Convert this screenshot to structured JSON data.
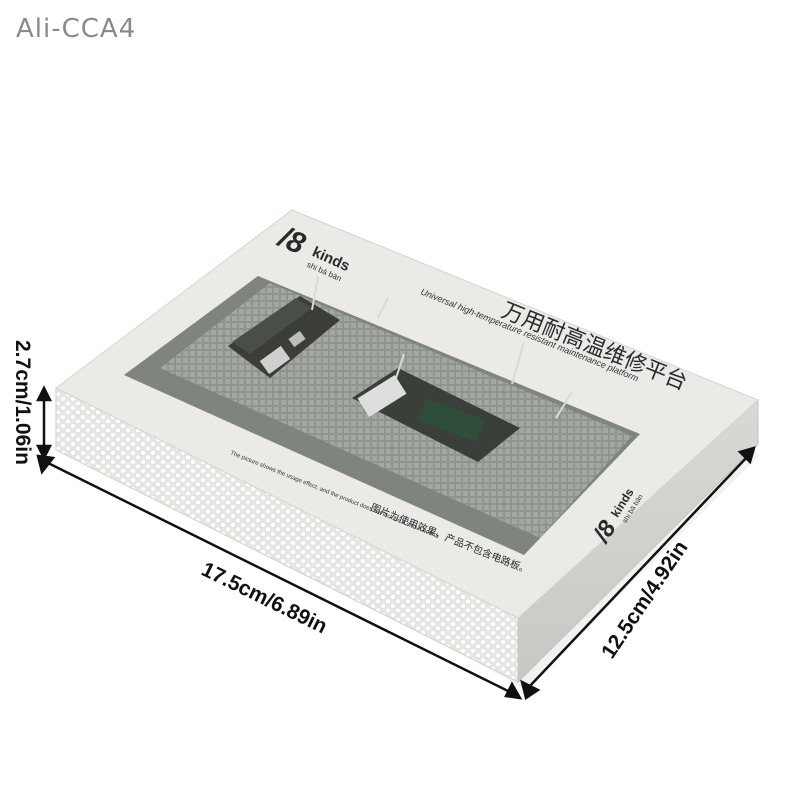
{
  "watermark": "Ali-CCA4",
  "box": {
    "brand_name": "kinds",
    "brand_sub": "shi bā bān",
    "title_cn": "万用耐高温维修平台",
    "title_en": "Universal high-temperature resistant maintenance platform",
    "note_en": "The picture shows the usage effect, and the product does not include a circuit board.",
    "note_cn": "图片为使用效果，产品不包含电路板。",
    "side_brand": "kinds",
    "side_sub": "shi bā bān"
  },
  "dimensions": {
    "height": "2.7cm/1.06in",
    "length": "17.5cm/6.89in",
    "width": "12.5cm/4.92in"
  },
  "colors": {
    "box_top": "#ebeae6",
    "box_side": "#e4e3df",
    "mat": "#8f948c",
    "mat_dark": "#6e736c",
    "board": "#3a3d38"
  }
}
